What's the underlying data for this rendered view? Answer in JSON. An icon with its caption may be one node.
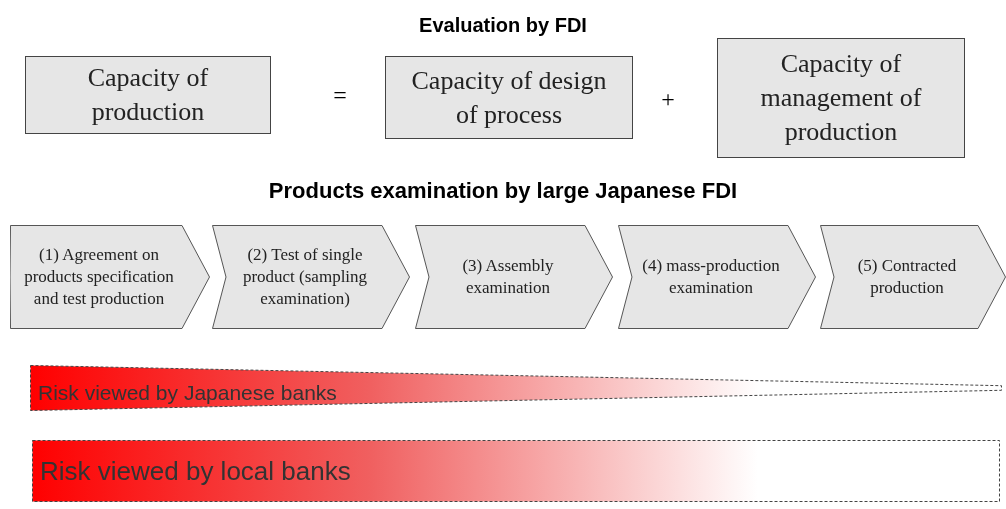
{
  "diagram": {
    "nodes": [
      {
        "text": [
          "Capacity of production"
        ]
      },
      {
        "text": [
          "Capacity of design of process"
        ]
      },
      {
        "text": [
          "Capacity of management of production"
        ]
      },
      {
        "text": [
          "(1) Agreement on products specification and test production"
        ]
      },
      {
        "text": [
          "(2) Test of single product (sampling examination)"
        ]
      },
      {
        "text": [
          "(3) Assembly examination"
        ]
      },
      {
        "text": [
          "(4) mass-production examination"
        ]
      },
      {
        "text": [
          "(5) Contracted production"
        ]
      },
      {
        "text": [
          "Risk viewed by Japanese banks"
        ]
      },
      {
        "text": [
          "Risk viewed by local banks"
        ]
      }
    ],
    "labels": [
      "Evaluation by FDI",
      "=",
      "+",
      "Products examination by large Japanese FDI"
    ]
  }
}
